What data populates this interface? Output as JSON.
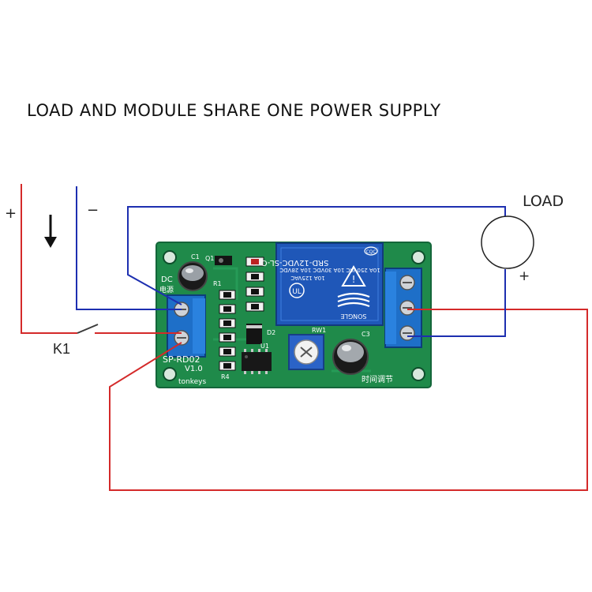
{
  "title": "LOAD AND MODULE SHARE ONE POWER SUPPLY",
  "labels": {
    "plus_supply": "+",
    "minus_supply": "−",
    "switch": "K1",
    "load": "LOAD",
    "load_plus": "+"
  },
  "board": {
    "model_label": "SP-RD02",
    "version_label": "V1.0",
    "brand_label": "tonkeys",
    "dc_label": "DC",
    "dc_cn": "电源",
    "time_cn": "时间调节",
    "relay_model": "SRD-12VDC-SL-C",
    "relay_rating_1": "10A 250VAC  10A 30VDC  10A 28VDC",
    "relay_rating_2": "10A 125VAC",
    "relay_brand": "SONGLE",
    "relay_cqc": "CQC",
    "relay_ul": "UL",
    "r1": "R1",
    "r4": "R4",
    "c1": "C1",
    "q1": "Q1",
    "d2": "D2",
    "u1": "U1",
    "rw1": "RW1",
    "c3": "C3"
  },
  "colors": {
    "positive_wire": "#d42a2a",
    "negative_wire": "#1d2fb0",
    "pcb": "#1f8a4a",
    "terminal": "#1e6fc8",
    "relay": "#1f57b8"
  }
}
